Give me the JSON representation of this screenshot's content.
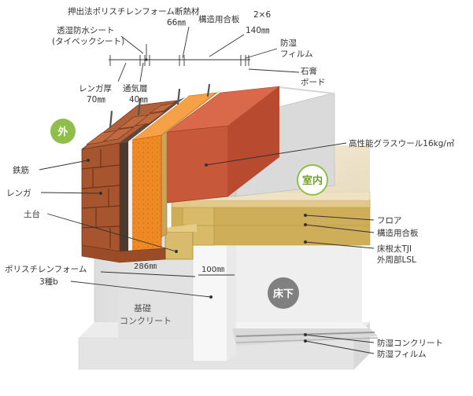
{
  "labels": {
    "xps": "押出法ポリスチレンフォーム断熱材",
    "xps_thickness": "66㎜",
    "moisture_sheet_1": "透湿防水シート",
    "moisture_sheet_2": "(タイベックシート)",
    "structural_ply_top": "構造用合板",
    "stud_size": "2×6",
    "stud_depth": "140㎜",
    "vapor_film_1": "防湿",
    "vapor_film_2": "フィルム",
    "gypsum_1": "石膏",
    "gypsum_2": "ボード",
    "brick_thickness_1": "レンガ厚",
    "brick_thickness_2": "70㎜",
    "air_gap_1": "通気層",
    "air_gap_2": "40㎜",
    "glass_wool": "高性能グラスウール16kg/㎥",
    "rebar": "鉄筋",
    "brick": "レンガ",
    "sill": "土台",
    "floor": "フロア",
    "floor_ply": "構造用合板",
    "joist_1": "床根太TJI",
    "joist_2": "外周部LSL",
    "foundation_xps_1": "ポリスチレンフォーム",
    "foundation_xps_2": "3種b",
    "foundation_width": "286㎜",
    "foundation_xps_width": "100㎜",
    "foundation_1": "基礎",
    "foundation_2": "コンクリート",
    "moisture_concrete": "防湿コンクリート",
    "moisture_film": "防湿フィルム"
  },
  "zones": {
    "outside": "外",
    "inside": "室内",
    "underfloor": "床下"
  },
  "colors": {
    "outside_circle": "#8fbf4a",
    "inside_circle": "#8fbf4a",
    "underfloor_circle": "#808080",
    "brick": "#a6552f",
    "insulation": "#f08a24",
    "wood": "#d6b86a",
    "concrete": "#e6e6e6",
    "gypsum": "#c8c8c8",
    "floor": "#f0e4c8"
  }
}
